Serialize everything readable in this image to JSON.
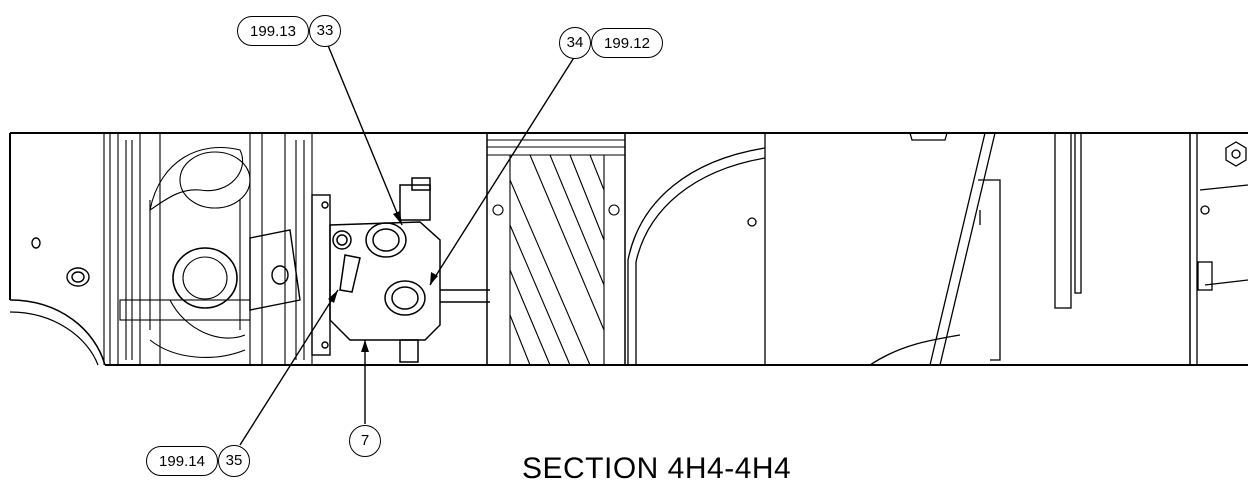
{
  "section_title": "SECTION 4H4-4H4",
  "callouts": {
    "c1": {
      "left": "199.13",
      "right": "33"
    },
    "c2": {
      "left": "34",
      "right": "199.12"
    },
    "c3": {
      "left": "199.14",
      "right": "35"
    },
    "c4": {
      "label": "7"
    }
  }
}
